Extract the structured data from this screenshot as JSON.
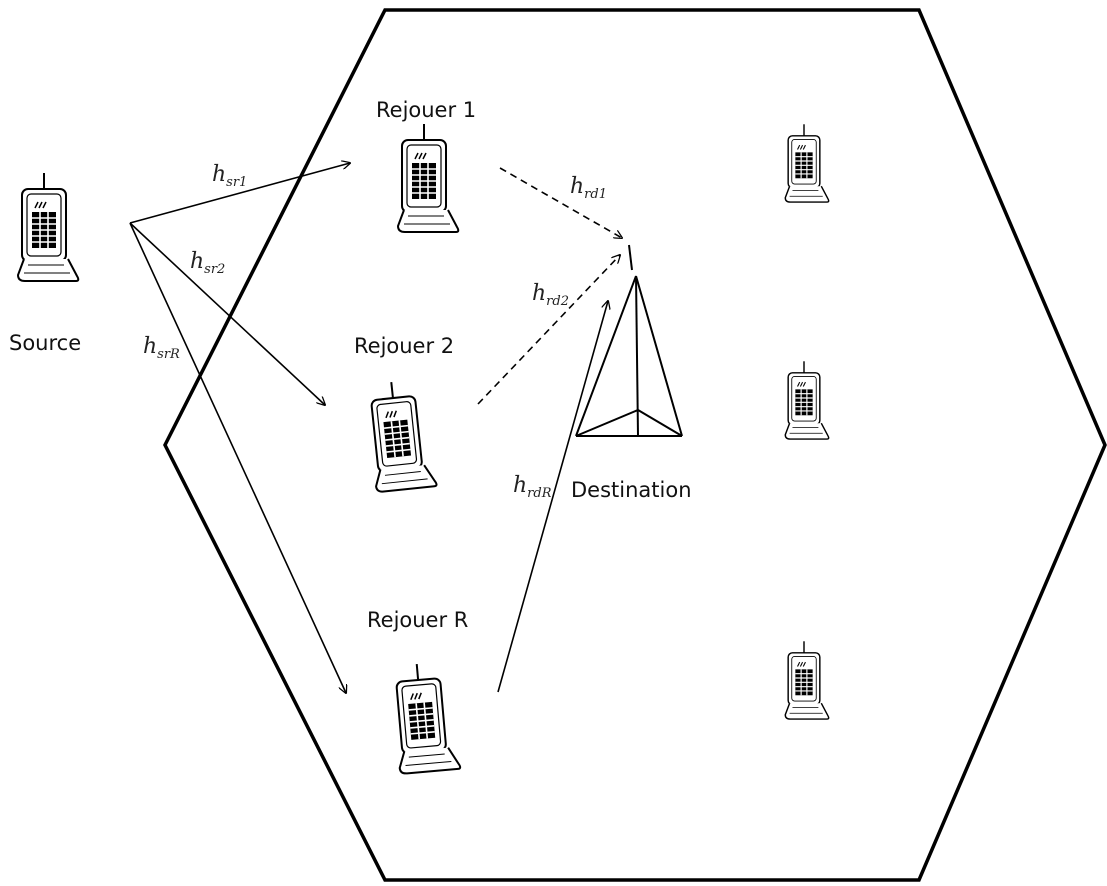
{
  "nodes": {
    "source": "Source",
    "relay_1": "Rejouer 1",
    "relay_2": "Rejouer 2",
    "relay_r": "Rejouer R",
    "destination": "Destination"
  },
  "channels": {
    "sr1": {
      "main": "h",
      "sub": "sr1"
    },
    "sr2": {
      "main": "h",
      "sub": "sr2"
    },
    "srR": {
      "main": "h",
      "sub": "srR"
    },
    "rd1": {
      "main": "h",
      "sub": "rd1"
    },
    "rd2": {
      "main": "h",
      "sub": "rd2"
    },
    "rdR": {
      "main": "h",
      "sub": "rdR"
    }
  },
  "icons": {
    "phone": "mobile-phone-icon",
    "antenna": "tower-antenna-icon"
  }
}
